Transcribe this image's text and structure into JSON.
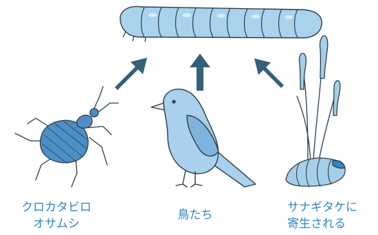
{
  "labels": {
    "beetle": [
      "クロカタビロ",
      "オサムシ"
    ],
    "bird": "鳥たち",
    "fungus": [
      "サナギタケに",
      "寄生される"
    ]
  },
  "colors": {
    "label_text": "#2e86c8",
    "arrow": "#34607a",
    "larva_fill": "#a9d3ec",
    "bird_fill": "#a9d0ec",
    "beetle_fill": "#4d8fc4",
    "fungus_fill": "#a5cfe8",
    "outline": "#2c3a48"
  }
}
